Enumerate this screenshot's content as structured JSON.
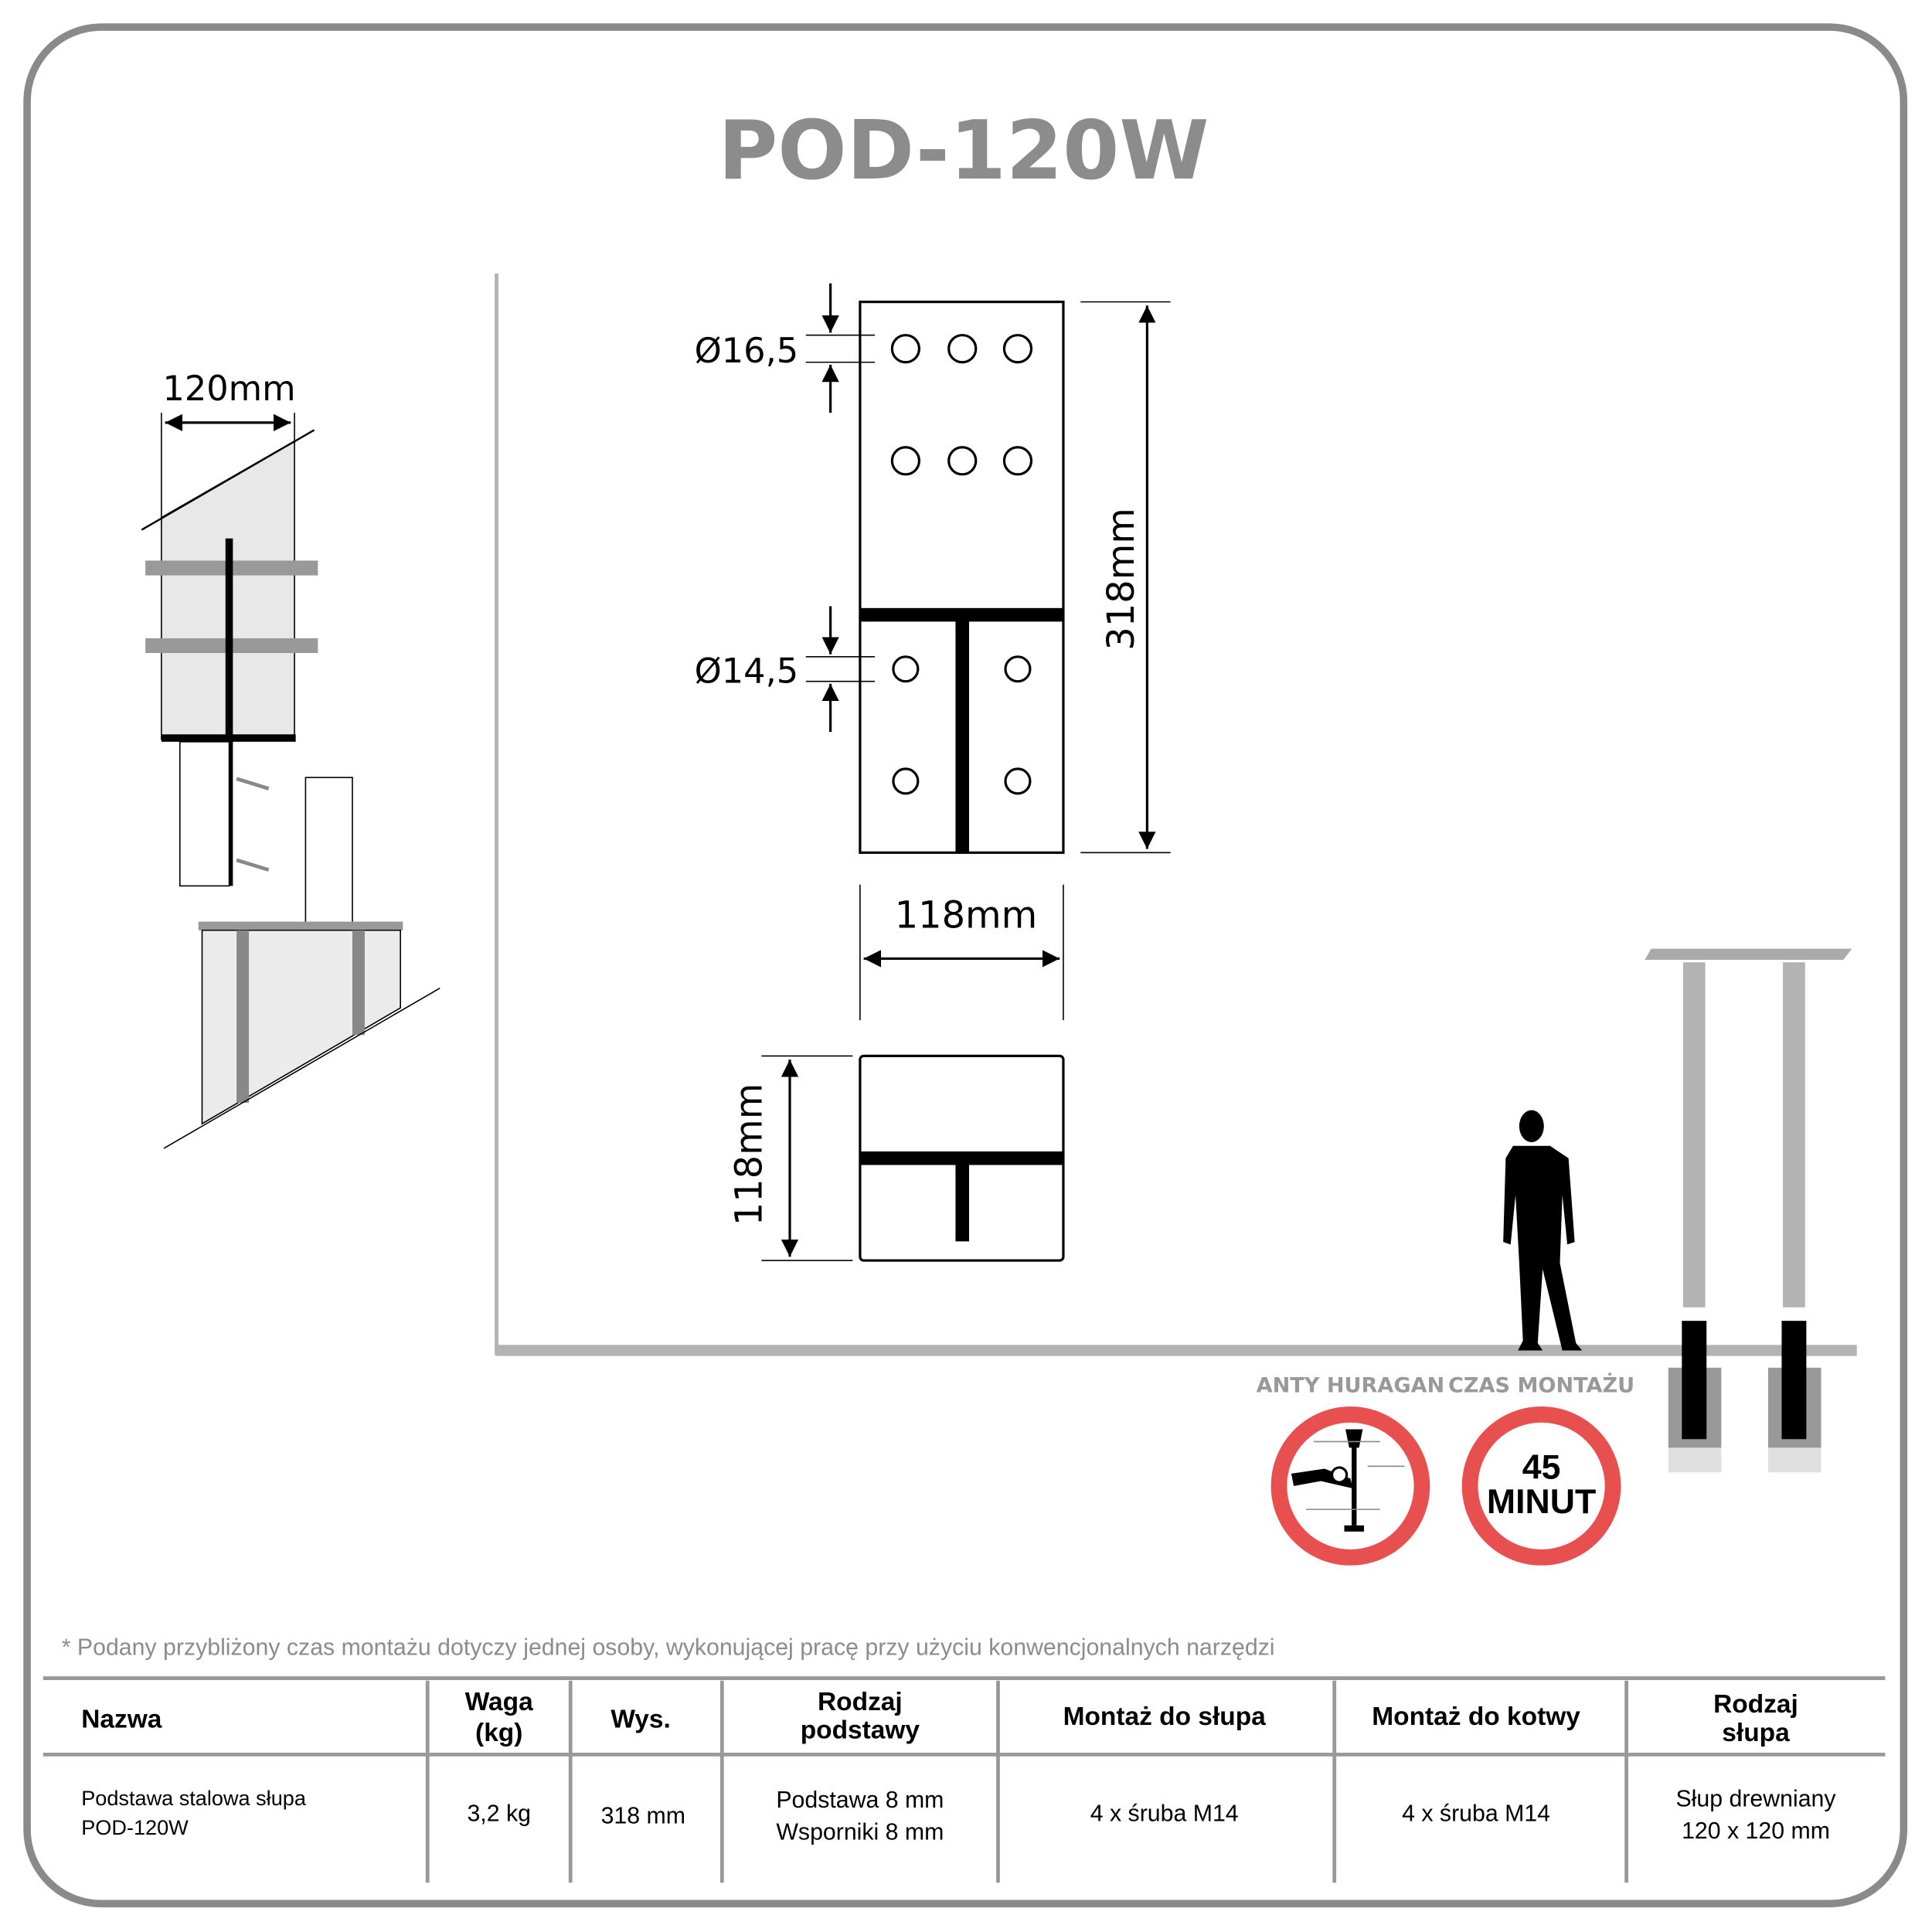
{
  "title": "POD-120W",
  "colors": {
    "frame": "#8a8a8a",
    "title": "#8c8c8c",
    "badge_ring": "#e85050",
    "gray_steel": "#b3b3b3"
  },
  "left_drawing": {
    "width_label": "120mm"
  },
  "plate_drawing": {
    "hole_upper_label": "Ø16,5",
    "hole_lower_label": "Ø14,5",
    "height_label": "318mm",
    "width_label": "118mm",
    "base_width_label": "118mm"
  },
  "badges": [
    {
      "label": "ANTY HURAGAN",
      "icon": "hurricane-lamp-icon"
    },
    {
      "label": "CZAS MONTAŻU",
      "line1": "45",
      "line2": "MINUT"
    }
  ],
  "footnote": "* Podany przybliżony czas montażu dotyczy jednej osoby, wykonującej pracę przy użyciu konwencjonalnych narzędzi",
  "table": {
    "headers": [
      [
        "Nazwa"
      ],
      [
        "Waga",
        "(kg)"
      ],
      [
        "Wys."
      ],
      [
        "Rodzaj",
        "podstawy"
      ],
      [
        "Montaż do słupa"
      ],
      [
        "Montaż do kotwy"
      ],
      [
        "Rodzaj",
        "słupa"
      ]
    ],
    "row": [
      [
        "Podstawa stalowa słupa",
        "POD-120W"
      ],
      [
        "3,2 kg"
      ],
      [
        "318 mm"
      ],
      [
        "Podstawa 8 mm",
        "Wsporniki 8 mm"
      ],
      [
        "4 x śruba M14"
      ],
      [
        "4 x śruba M14"
      ],
      [
        "Słup drewniany",
        "120 x 120 mm"
      ]
    ]
  }
}
